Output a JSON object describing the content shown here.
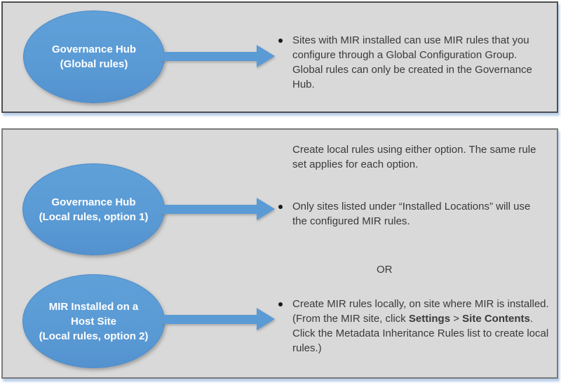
{
  "colors": {
    "panel_background": "#d9d9d9",
    "panel_global_border": "#4f4f4f",
    "panel_local_border": "#7a7a7a",
    "shape_fill_blue": "#5b9bd5",
    "body_text": "#3a3a3a",
    "shape_text": "#ffffff",
    "drop_shadow_blue": "#a0bee2"
  },
  "panel_global": {
    "ellipse_label": "Governance Hub\n(Global rules)",
    "bullet": "Sites with MIR installed can use MIR rules that you configure through a Global Configuration Group. Global rules can only be created in the Governance Hub."
  },
  "panel_local": {
    "intro": "Create local rules using either option. The same rule set applies for each option.",
    "option1_ellipse_label": "Governance Hub\n(Local rules, option 1)",
    "option1_bullet": "Only sites listed under “Installed Locations” will use the configured MIR rules.",
    "or_label": "OR",
    "option2_ellipse_label": "MIR Installed on a\nHost Site\n(Local rules, option 2)",
    "option2_bullet_segments": [
      {
        "text": "Create MIR rules locally, on site where MIR is installed. (From the MIR site, click ",
        "bold": false
      },
      {
        "text": "Settings",
        "bold": true
      },
      {
        "text": " > ",
        "bold": false
      },
      {
        "text": "Site Contents",
        "bold": true
      },
      {
        "text": ". Click the Metadata Inheritance Rules list to create local rules.)",
        "bold": false
      }
    ]
  }
}
